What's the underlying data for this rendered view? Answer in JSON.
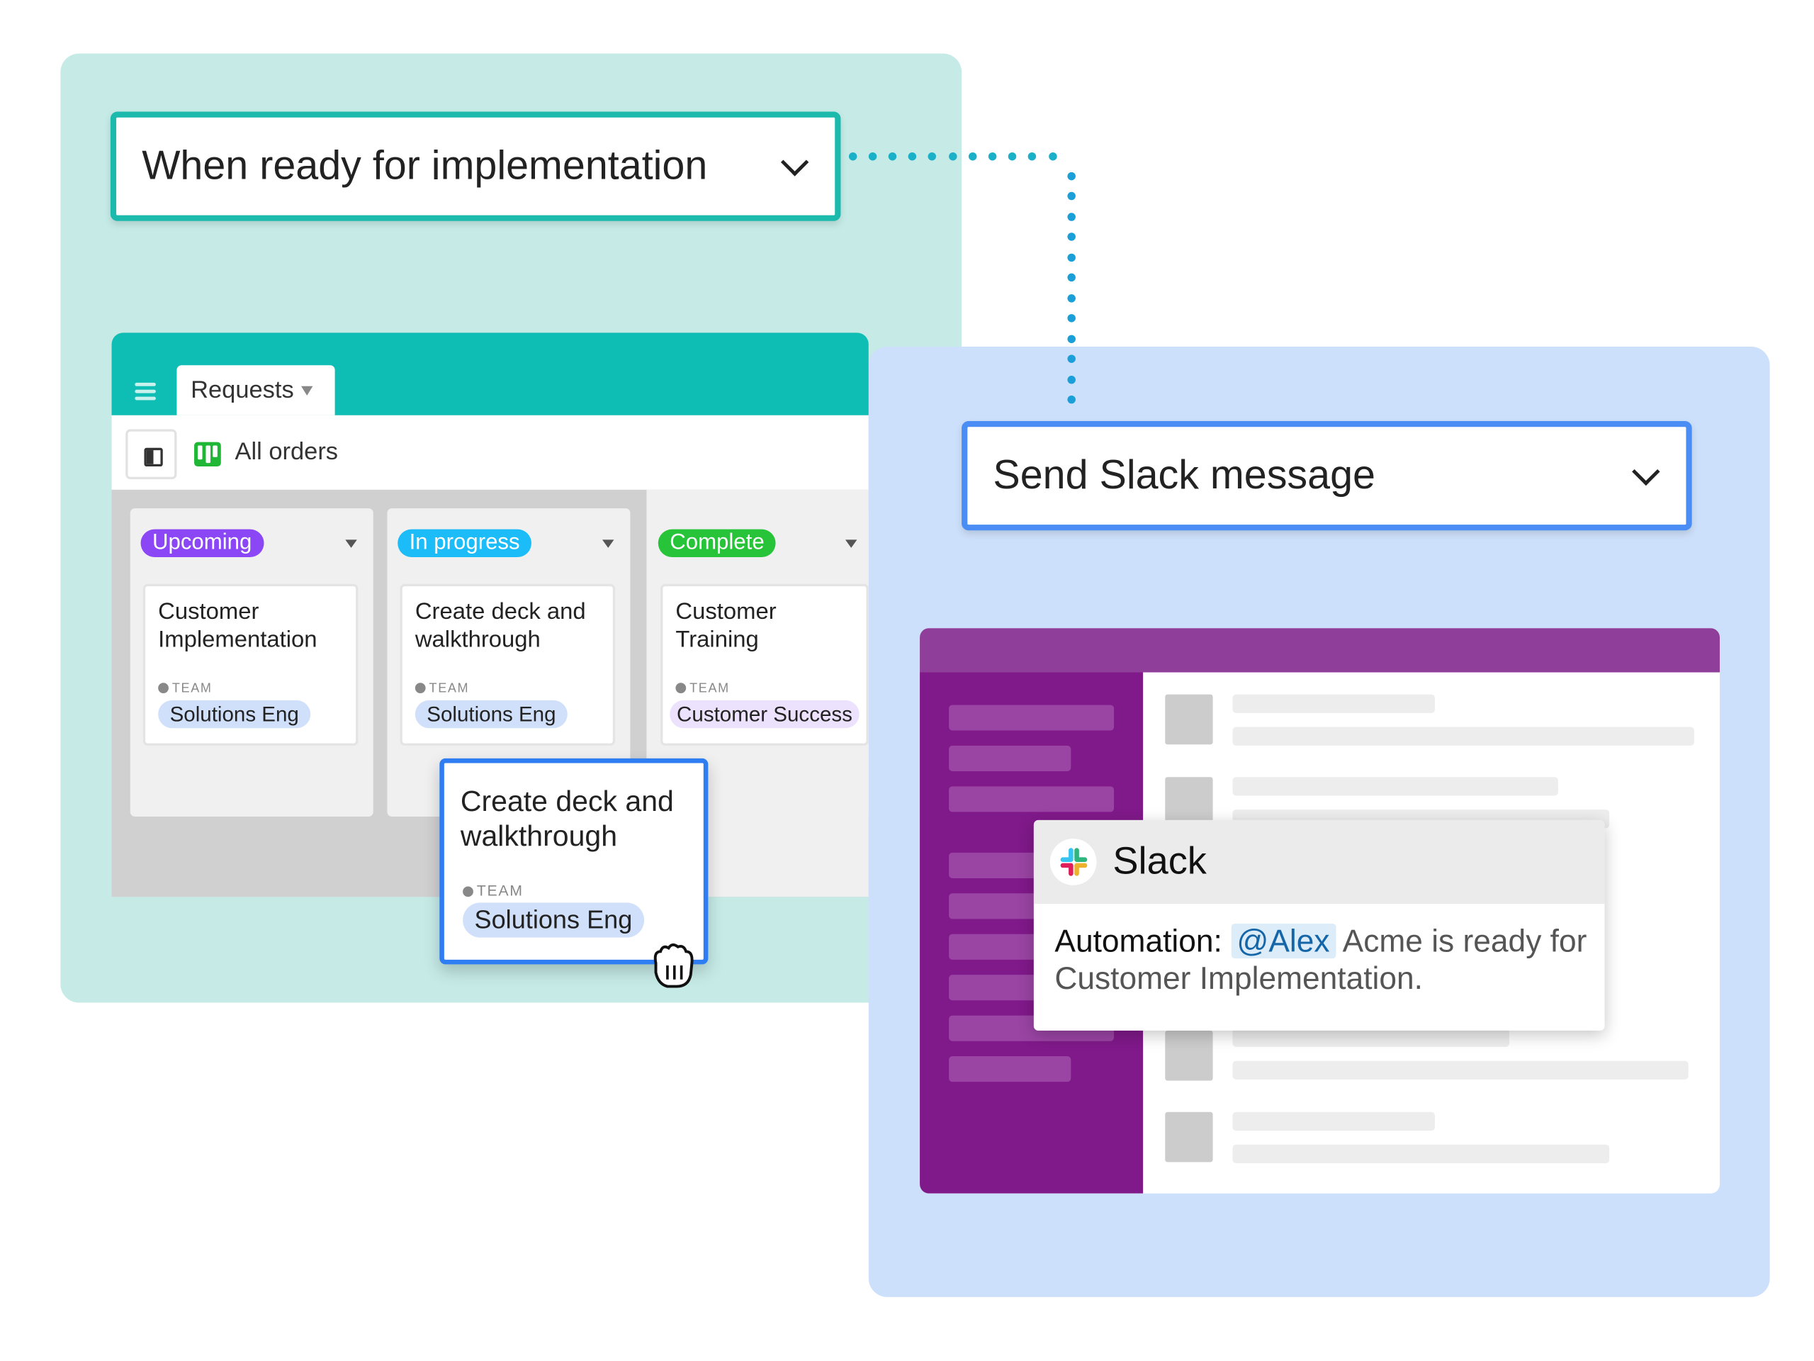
{
  "trigger": {
    "label": "When ready for implementation",
    "icon": "chevron-down-icon"
  },
  "action": {
    "label": "Send Slack message",
    "icon": "chevron-down-icon"
  },
  "app": {
    "tab_label": "Requests",
    "view_title": "All orders",
    "columns": [
      {
        "status": "Upcoming",
        "color": "#8b46f6",
        "card": {
          "title": "Customer Implementation",
          "team_label": "TEAM",
          "team": "Solutions Eng"
        }
      },
      {
        "status": "In progress",
        "color": "#1cbcf9",
        "card": {
          "title": "Create deck and walkthrough",
          "team_label": "TEAM",
          "team": "Solutions Eng"
        }
      },
      {
        "status": "Complete",
        "color": "#27c43a",
        "card": {
          "title": "Customer Training",
          "team_label": "TEAM",
          "team": "Customer Success"
        }
      }
    ],
    "dragged_card": {
      "title": "Create deck and walkthrough",
      "team_label": "TEAM",
      "team": "Solutions Eng"
    }
  },
  "slack": {
    "notification": {
      "app_name": "Slack",
      "lead": "Automation:",
      "mention": "@Alex",
      "message": "Acme is ready for Customer Implementation."
    }
  },
  "colors": {
    "teal": "#1cb9ad",
    "blue": "#4a8ef5",
    "slack_purple": "#80198a"
  }
}
